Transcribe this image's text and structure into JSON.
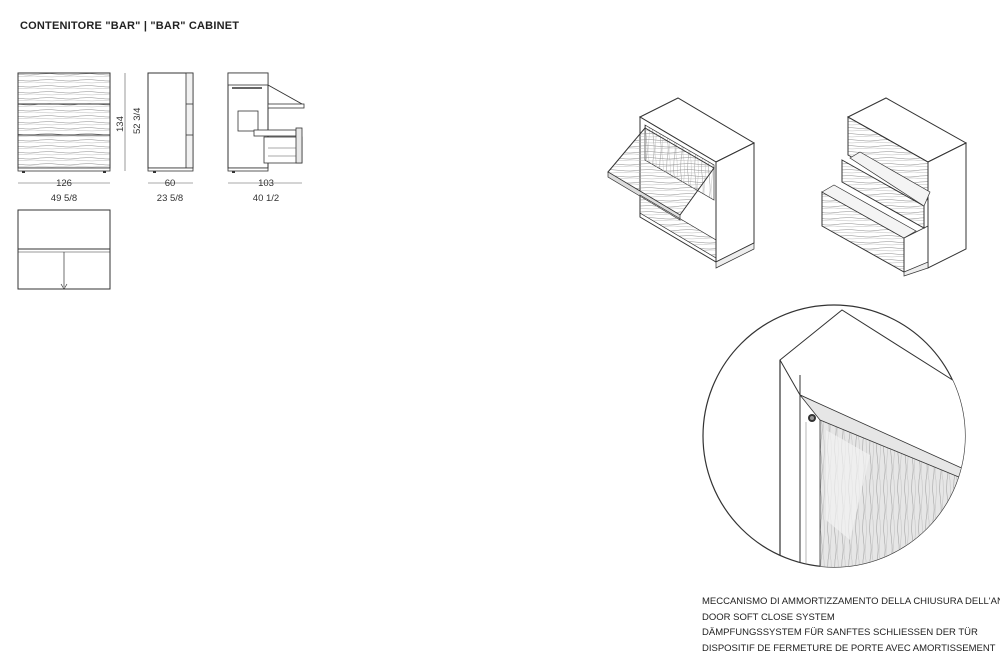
{
  "title": "CONTENITORE \"BAR\" | \"BAR\" CABINET",
  "dimensions": {
    "width_cm": "126",
    "width_in": "49 5/8",
    "depth_cm": "60",
    "depth_in": "23 5/8",
    "open_depth_cm": "103",
    "open_depth_in": "40 1/2",
    "height_cm": "134",
    "height_in": "52 3/4"
  },
  "caption": {
    "line_it": "MECCANISMO DI AMMORTIZZAMENTO DELLA CHIUSURA DELL'ANTA",
    "line_en": "DOOR SOFT CLOSE SYSTEM",
    "line_de": "DÄMPFUNGSSYSTEM FÜR SANFTES SCHLIESSEN DER TÜR",
    "line_fr": "DISPOSITIF DE FERMETURE DE PORTE AVEC AMORTISSEMENT"
  }
}
